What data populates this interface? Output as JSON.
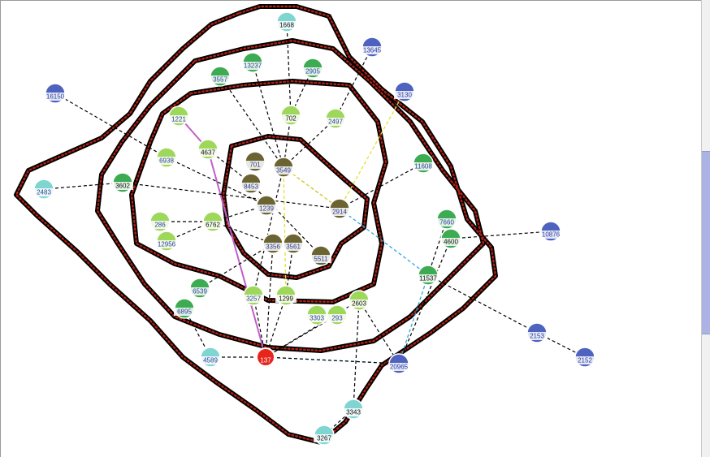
{
  "graph": {
    "colors": {
      "blue": "#4e63c0",
      "teal": "#7fd6d0",
      "green_dark": "#3cab52",
      "green_light": "#9ed85a",
      "olive": "#6b6331",
      "red": "#e8241c",
      "contour_outline": "#000000",
      "contour_dots": "#b02014",
      "edge_dashed": "#000000",
      "edge_purple": "#c060c8",
      "edge_yellow": "#e6e02a",
      "edge_cyan": "#27a9e0"
    },
    "nodes": [
      {
        "id": "n1668",
        "label": "1668",
        "color": "teal",
        "text": "dark"
      },
      {
        "id": "n13645",
        "label": "13645",
        "color": "blue",
        "text": "light"
      },
      {
        "id": "n16150",
        "label": "16150",
        "color": "blue",
        "text": "light"
      },
      {
        "id": "n3130",
        "label": "3130",
        "color": "blue",
        "text": "light"
      },
      {
        "id": "n3557",
        "label": "3557",
        "color": "green_dark",
        "text": "light"
      },
      {
        "id": "n13237",
        "label": "13237",
        "color": "green_dark",
        "text": "light"
      },
      {
        "id": "n2905",
        "label": "2905",
        "color": "green_dark",
        "text": "light"
      },
      {
        "id": "n1221",
        "label": "1221",
        "color": "green_light",
        "text": "light"
      },
      {
        "id": "n702",
        "label": "702",
        "color": "green_light",
        "text": "dark"
      },
      {
        "id": "n2497",
        "label": "2497",
        "color": "green_light",
        "text": "light"
      },
      {
        "id": "n4637",
        "label": "4637",
        "color": "green_light",
        "text": "dark"
      },
      {
        "id": "n6938",
        "label": "6938",
        "color": "green_light",
        "text": "light"
      },
      {
        "id": "n701",
        "label": "701",
        "color": "olive",
        "text": "light"
      },
      {
        "id": "n3549",
        "label": "3549",
        "color": "olive",
        "text": "light"
      },
      {
        "id": "n11608",
        "label": "11608",
        "color": "green_dark",
        "text": "light"
      },
      {
        "id": "n2483",
        "label": "2483",
        "color": "teal",
        "text": "light"
      },
      {
        "id": "n3602",
        "label": "3602",
        "color": "green_dark",
        "text": "dark"
      },
      {
        "id": "n8453",
        "label": "8453",
        "color": "olive",
        "text": "light"
      },
      {
        "id": "n1239",
        "label": "1239",
        "color": "olive",
        "text": "light"
      },
      {
        "id": "n2914",
        "label": "2914",
        "color": "olive",
        "text": "light"
      },
      {
        "id": "n286",
        "label": "286",
        "color": "green_light",
        "text": "light"
      },
      {
        "id": "n6762",
        "label": "6762",
        "color": "green_light",
        "text": "dark"
      },
      {
        "id": "n12956",
        "label": "12956",
        "color": "green_light",
        "text": "light"
      },
      {
        "id": "n7660",
        "label": "7660",
        "color": "green_dark",
        "text": "light"
      },
      {
        "id": "n4600",
        "label": "4600",
        "color": "green_dark",
        "text": "dark"
      },
      {
        "id": "n10876",
        "label": "10876",
        "color": "blue",
        "text": "light"
      },
      {
        "id": "n3356",
        "label": "3356",
        "color": "olive",
        "text": "light"
      },
      {
        "id": "n3561",
        "label": "3561",
        "color": "olive",
        "text": "light"
      },
      {
        "id": "n5511",
        "label": "5511",
        "color": "olive",
        "text": "light"
      },
      {
        "id": "n11537",
        "label": "11537",
        "color": "green_dark",
        "text": "dark"
      },
      {
        "id": "n6539",
        "label": "6539",
        "color": "green_dark",
        "text": "light"
      },
      {
        "id": "n3257",
        "label": "3257",
        "color": "green_light",
        "text": "light"
      },
      {
        "id": "n1299",
        "label": "1299",
        "color": "green_light",
        "text": "dark"
      },
      {
        "id": "n6895",
        "label": "6895",
        "color": "green_dark",
        "text": "light"
      },
      {
        "id": "n2603",
        "label": "2603",
        "color": "green_light",
        "text": "dark"
      },
      {
        "id": "n3303",
        "label": "3303",
        "color": "green_light",
        "text": "light"
      },
      {
        "id": "n293",
        "label": "293",
        "color": "green_light",
        "text": "light"
      },
      {
        "id": "n2153",
        "label": "2153",
        "color": "blue",
        "text": "light"
      },
      {
        "id": "n2152",
        "label": "2152",
        "color": "blue",
        "text": "light"
      },
      {
        "id": "n4589",
        "label": "4589",
        "color": "teal",
        "text": "light"
      },
      {
        "id": "n137",
        "label": "137",
        "color": "red",
        "text": "light"
      },
      {
        "id": "n20965",
        "label": "20965",
        "color": "blue",
        "text": "light"
      },
      {
        "id": "n3343",
        "label": "3343",
        "color": "teal",
        "text": "dark"
      },
      {
        "id": "n3267",
        "label": "3267",
        "color": "teal",
        "text": "dark"
      }
    ],
    "edges": [
      {
        "from": "n1668",
        "to": "n702",
        "style": "dashed"
      },
      {
        "from": "n13645",
        "to": "n2497",
        "style": "dashed"
      },
      {
        "from": "n16150",
        "to": "n6938",
        "style": "dashed"
      },
      {
        "from": "n3130",
        "to": "n2914",
        "style": "yellow"
      },
      {
        "from": "n3557",
        "to": "n3549",
        "style": "dashed"
      },
      {
        "from": "n13237",
        "to": "n3549",
        "style": "dashed"
      },
      {
        "from": "n2905",
        "to": "n702",
        "style": "dashed"
      },
      {
        "from": "n1221",
        "to": "n4637",
        "style": "purple"
      },
      {
        "from": "n4637",
        "to": "n137",
        "style": "purple"
      },
      {
        "from": "n4637",
        "to": "n8453",
        "style": "dashed"
      },
      {
        "from": "n702",
        "to": "n3549",
        "style": "dashed"
      },
      {
        "from": "n2497",
        "to": "n3549",
        "style": "dashed"
      },
      {
        "from": "n6938",
        "to": "n1239",
        "style": "dashed"
      },
      {
        "from": "n3549",
        "to": "n2914",
        "style": "dashed"
      },
      {
        "from": "n3549",
        "to": "n2914",
        "style": "yellow"
      },
      {
        "from": "n3549",
        "to": "n1299",
        "style": "yellow"
      },
      {
        "from": "n3549",
        "to": "n3257",
        "style": "dashed"
      },
      {
        "from": "n11608",
        "to": "n2914",
        "style": "dashed"
      },
      {
        "from": "n2483",
        "to": "n3602",
        "style": "dashed"
      },
      {
        "from": "n3602",
        "to": "n2914",
        "style": "dashed"
      },
      {
        "from": "n286",
        "to": "n6762",
        "style": "dashed"
      },
      {
        "from": "n12956",
        "to": "n6762",
        "style": "dashed"
      },
      {
        "from": "n6762",
        "to": "n1239",
        "style": "dashed"
      },
      {
        "from": "n6762",
        "to": "n3356",
        "style": "dashed"
      },
      {
        "from": "n8453",
        "to": "n5511",
        "style": "dashed"
      },
      {
        "from": "n2914",
        "to": "n11537",
        "style": "cyan"
      },
      {
        "from": "n11537",
        "to": "n20965",
        "style": "cyan"
      },
      {
        "from": "n137",
        "to": "n20965",
        "style": "cyan"
      },
      {
        "from": "n7660",
        "to": "n11537",
        "style": "dashed"
      },
      {
        "from": "n4600",
        "to": "n10876",
        "style": "dashed"
      },
      {
        "from": "n4600",
        "to": "n20965",
        "style": "dashed"
      },
      {
        "from": "n11537",
        "to": "n2153",
        "style": "dashed"
      },
      {
        "from": "n2153",
        "to": "n2152",
        "style": "dashed"
      },
      {
        "from": "n3356",
        "to": "n137",
        "style": "dashed"
      },
      {
        "from": "n3561",
        "to": "n1299",
        "style": "dashed"
      },
      {
        "from": "n6539",
        "to": "n3356",
        "style": "dashed"
      },
      {
        "from": "n6895",
        "to": "n4589",
        "style": "dashed"
      },
      {
        "from": "n1299",
        "to": "n137",
        "style": "dashed"
      },
      {
        "from": "n3257",
        "to": "n137",
        "style": "dashed"
      },
      {
        "from": "n2603",
        "to": "n20965",
        "style": "dashed"
      },
      {
        "from": "n2603",
        "to": "n137",
        "style": "dashed"
      },
      {
        "from": "n4589",
        "to": "n137",
        "style": "dashed"
      },
      {
        "from": "n137",
        "to": "n20965",
        "style": "dashed"
      },
      {
        "from": "n3343",
        "to": "n3267",
        "style": "dashed"
      },
      {
        "from": "n3343",
        "to": "n2603",
        "style": "dashed"
      },
      {
        "from": "n293",
        "to": "n137",
        "style": "dashed"
      }
    ]
  }
}
